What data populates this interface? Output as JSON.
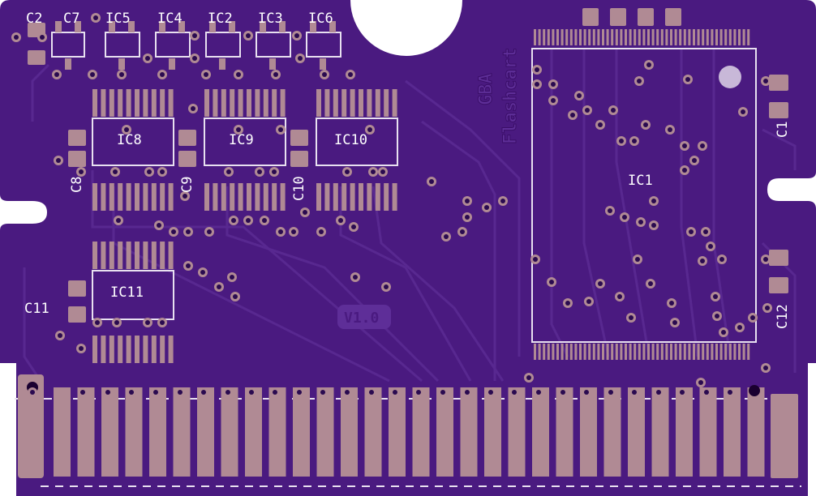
{
  "colors": {
    "board": "#4a1a80",
    "trace": "#5a2a92",
    "pad": "#b08a94",
    "silk": "#e8e0f0",
    "via_ring": "#b08a94",
    "via_hole": "#2a0a50"
  },
  "labels": {
    "c2": "C2",
    "c7": "C7",
    "ic5": "IC5",
    "ic4": "IC4",
    "ic2": "IC2",
    "ic3": "IC3",
    "ic6": "IC6",
    "ic8": "IC8",
    "ic9": "IC9",
    "ic10": "IC10",
    "ic11": "IC11",
    "ic1": "IC1",
    "c8": "C8",
    "c9": "C9",
    "c10": "C10",
    "c11": "C11",
    "c1": "C1",
    "c12": "C12",
    "brand_line1": "GBA",
    "brand_line2": "Flashcart",
    "version": "V1.0"
  }
}
